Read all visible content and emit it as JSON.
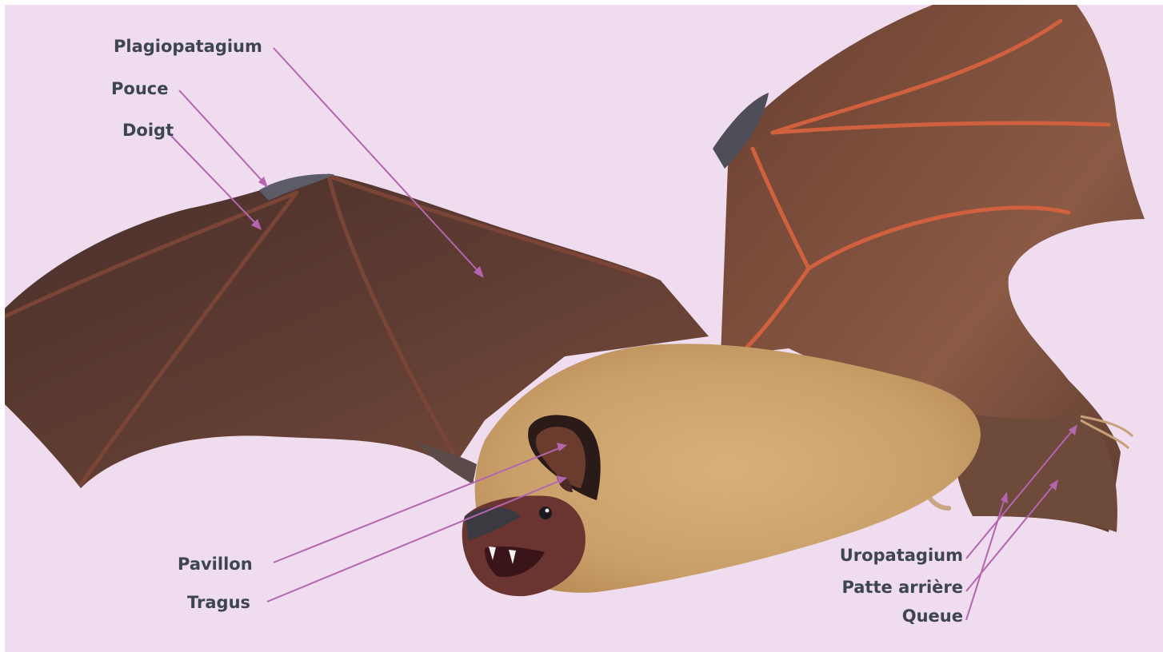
{
  "labels": {
    "plagiopatagium": "Plagiopatagium",
    "pouce": "Pouce",
    "doigt": "Doigt",
    "pavillon": "Pavillon",
    "tragus": "Tragus",
    "uropatagium": "Uropatagium",
    "patte_arriere": "Patte arrière",
    "queue": "Queue"
  },
  "colors": {
    "background": "#efdcee",
    "leader_line": "#b565b0",
    "label_text": "#3d4650",
    "fur": "#d4a66a",
    "wing_membrane": "#5a3a30"
  }
}
